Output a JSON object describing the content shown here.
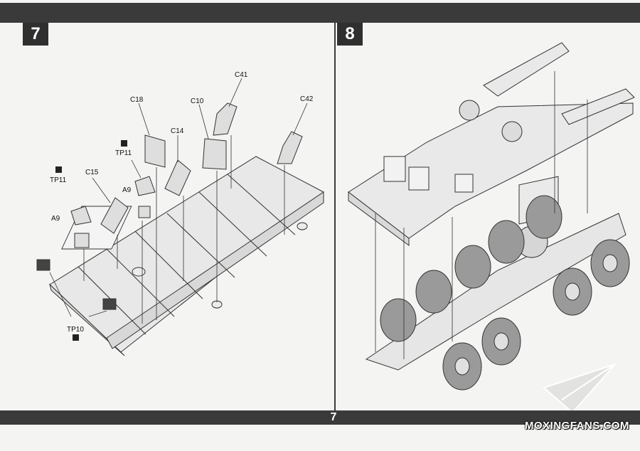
{
  "steps": [
    {
      "number": "7"
    },
    {
      "number": "8"
    }
  ],
  "step7": {
    "callouts": [
      {
        "id": "c41",
        "text": "C41"
      },
      {
        "id": "c18",
        "text": "C18"
      },
      {
        "id": "c10",
        "text": "C10"
      },
      {
        "id": "c42",
        "text": "C42"
      },
      {
        "id": "c14",
        "text": "C14"
      },
      {
        "id": "tp11a",
        "text": "TP11"
      },
      {
        "id": "tp11b",
        "text": "TP11"
      },
      {
        "id": "c15",
        "text": "C15"
      },
      {
        "id": "a9a",
        "text": "A9"
      },
      {
        "id": "a9b",
        "text": "A9"
      },
      {
        "id": "tp10",
        "text": "TP10"
      }
    ]
  },
  "footer": {
    "page_number": "7"
  },
  "watermark": {
    "text": "MOXINGFANS.COM"
  },
  "colors": {
    "bar": "#3a3a3a",
    "paper": "#f4f4f2",
    "line": "#333333"
  }
}
